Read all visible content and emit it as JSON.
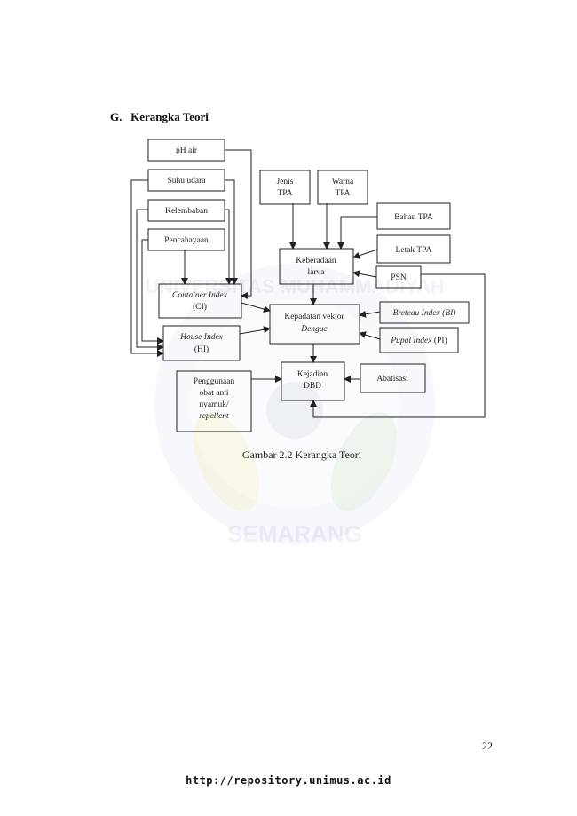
{
  "heading": "G.   Kerangka Teori",
  "boxes": {
    "ph": "pH air",
    "suhu": "Suhu udara",
    "kelembaban": "Kelembaban",
    "pencahayaan": "Pencahayaan",
    "ci_1": "Container Index",
    "ci_2": "(CI)",
    "hi_1": "House Index",
    "hi_2": "(HI)",
    "jenis_1": "Jenis",
    "jenis_2": "TPA",
    "warna_1": "Warna",
    "warna_2": "TPA",
    "bahan": "Bahan TPA",
    "letak": "Letak TPA",
    "keberadaan_1": "Keberadaan",
    "keberadaan_2": "larva",
    "psn": "PSN",
    "kepadatan_1": "Kepadatan vektor",
    "kepadatan_2": "Dengue",
    "breteau_1": "Breteau Index",
    "breteau_2": "(BI)",
    "pupal_1": "Pupal Index",
    "pupal_2": "(PI)",
    "kejadian_1": "Kejadian",
    "kejadian_2": "DBD",
    "abatisasi": "Abatisasi",
    "penggunaan_1": "Penggunaan",
    "penggunaan_2": "obat anti",
    "penggunaan_3": "nyamuk/",
    "penggunaan_4": "repellent"
  },
  "caption": "Gambar 2.2 Kerangka Teori",
  "watermark": {
    "top_text": "UNIVERSITAS MUHAMMADIYAH",
    "bottom_text": "SEMARANG"
  },
  "page_number": "22",
  "footer_url": "http://repository.unimus.ac.id"
}
